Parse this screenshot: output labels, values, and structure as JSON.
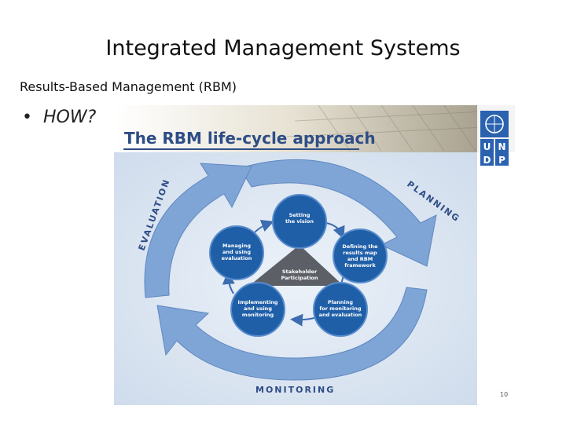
{
  "slide": {
    "title": "Integrated Management Systems",
    "subtitle": "Results-Based Management (RBM)",
    "bullet": "HOW?"
  },
  "figure": {
    "heading": "The RBM life-cycle approach",
    "logo_letters": [
      "U",
      "N",
      "D",
      "P"
    ],
    "phases": {
      "planning": "PLANNING",
      "monitoring": "MONITORING",
      "evaluation": "EVALUATION"
    },
    "nodes": {
      "setting_vision": [
        "Setting",
        "the vision"
      ],
      "defining_results": [
        "Defining the",
        "results map",
        "and RBM",
        "framework"
      ],
      "planning_me": [
        "Planning",
        "for monitoring",
        "and evaluation"
      ],
      "implementing": [
        "Implementing",
        "and using",
        "monitoring"
      ],
      "managing": [
        "Managing",
        "and using",
        "evaluation"
      ]
    },
    "center": [
      "Stakeholder",
      "Participation"
    ],
    "page_number": "10"
  },
  "colors": {
    "node_fill": "#1f5fa8",
    "ring": "#7fa5d6",
    "panel": "#dce7f3",
    "heading": "#2e4d86",
    "triangle": "#5c5f66"
  }
}
